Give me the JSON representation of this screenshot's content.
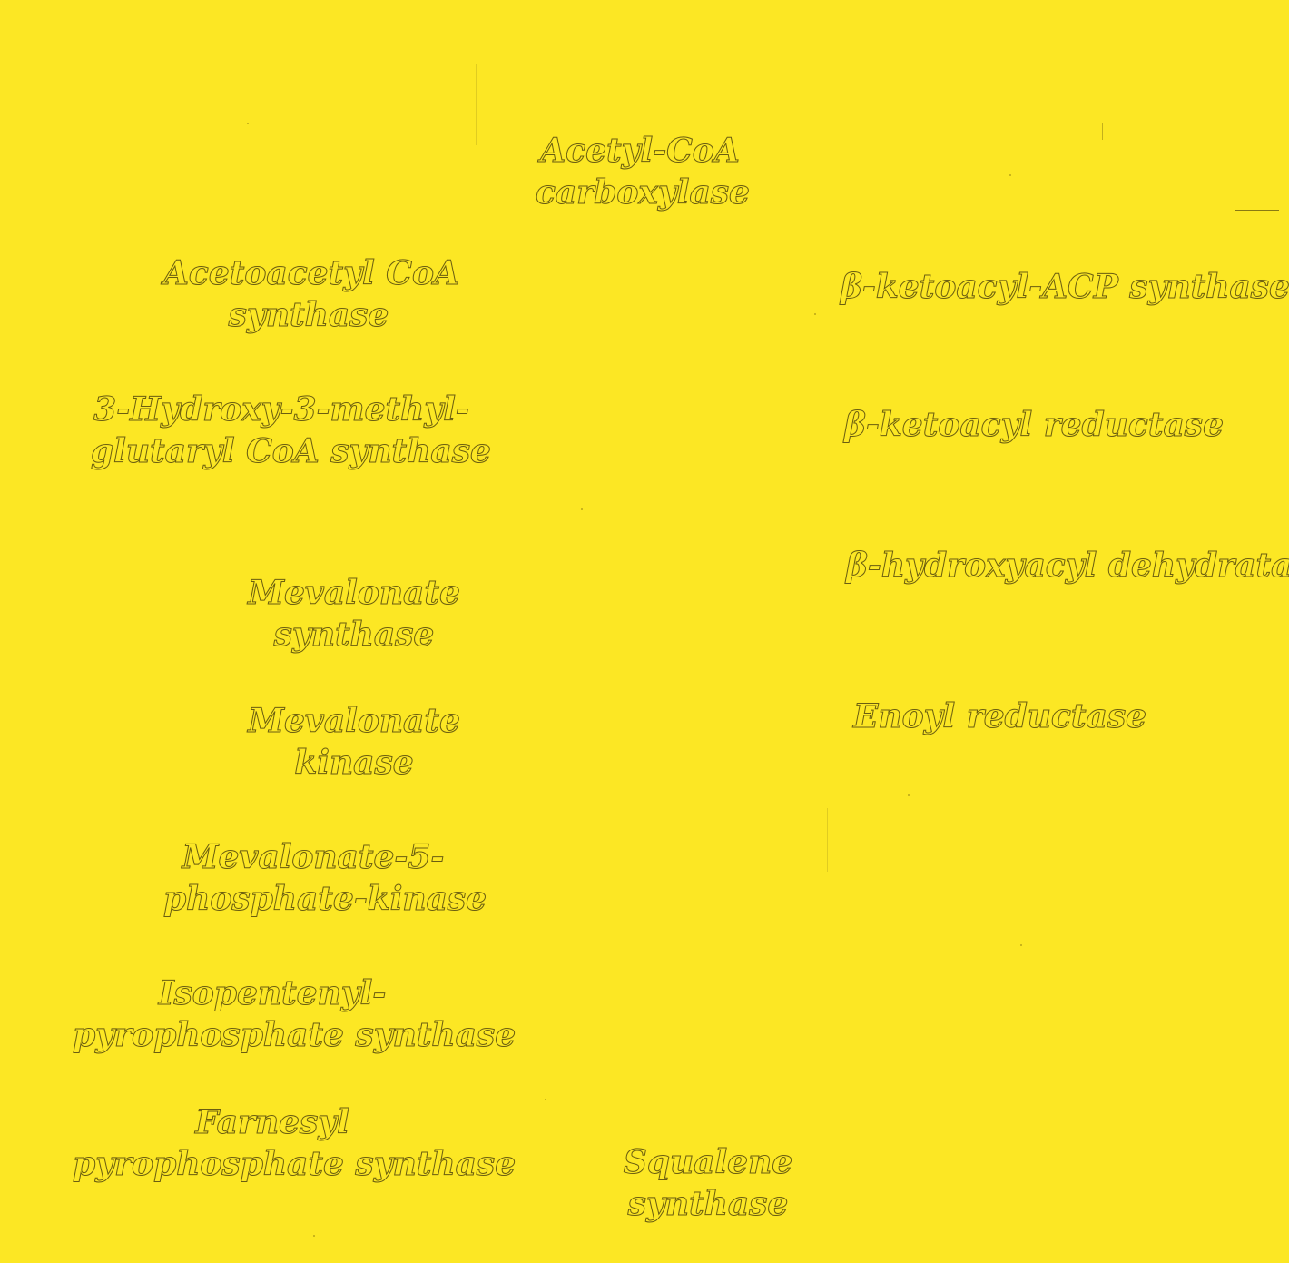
{
  "center_top": {
    "line1": "Acetyl-CoA",
    "line2": "carboxylase"
  },
  "left": [
    {
      "line1": "Acetoacetyl CoA",
      "line2": "synthase"
    },
    {
      "line1": "3-Hydroxy-3-methyl-",
      "line2": "glutaryl CoA synthase"
    },
    {
      "line1": "Mevalonate",
      "line2": "synthase"
    },
    {
      "line1": "Mevalonate",
      "line2": "kinase"
    },
    {
      "line1": "Mevalonate-5-",
      "line2": "phosphate-kinase"
    },
    {
      "line1": "Isopentenyl-",
      "line2": "pyrophosphate synthase"
    },
    {
      "line1": "Farnesyl",
      "line2": "pyrophosphate synthase"
    }
  ],
  "right": [
    {
      "text": "β-ketoacyl-ACP synthase"
    },
    {
      "text": "β-ketoacyl reductase"
    },
    {
      "text": "β-hydroxyacyl dehydratase"
    },
    {
      "text": "Enoyl reductase"
    }
  ],
  "center_bottom": {
    "line1": "Squalene",
    "line2": "synthase"
  }
}
